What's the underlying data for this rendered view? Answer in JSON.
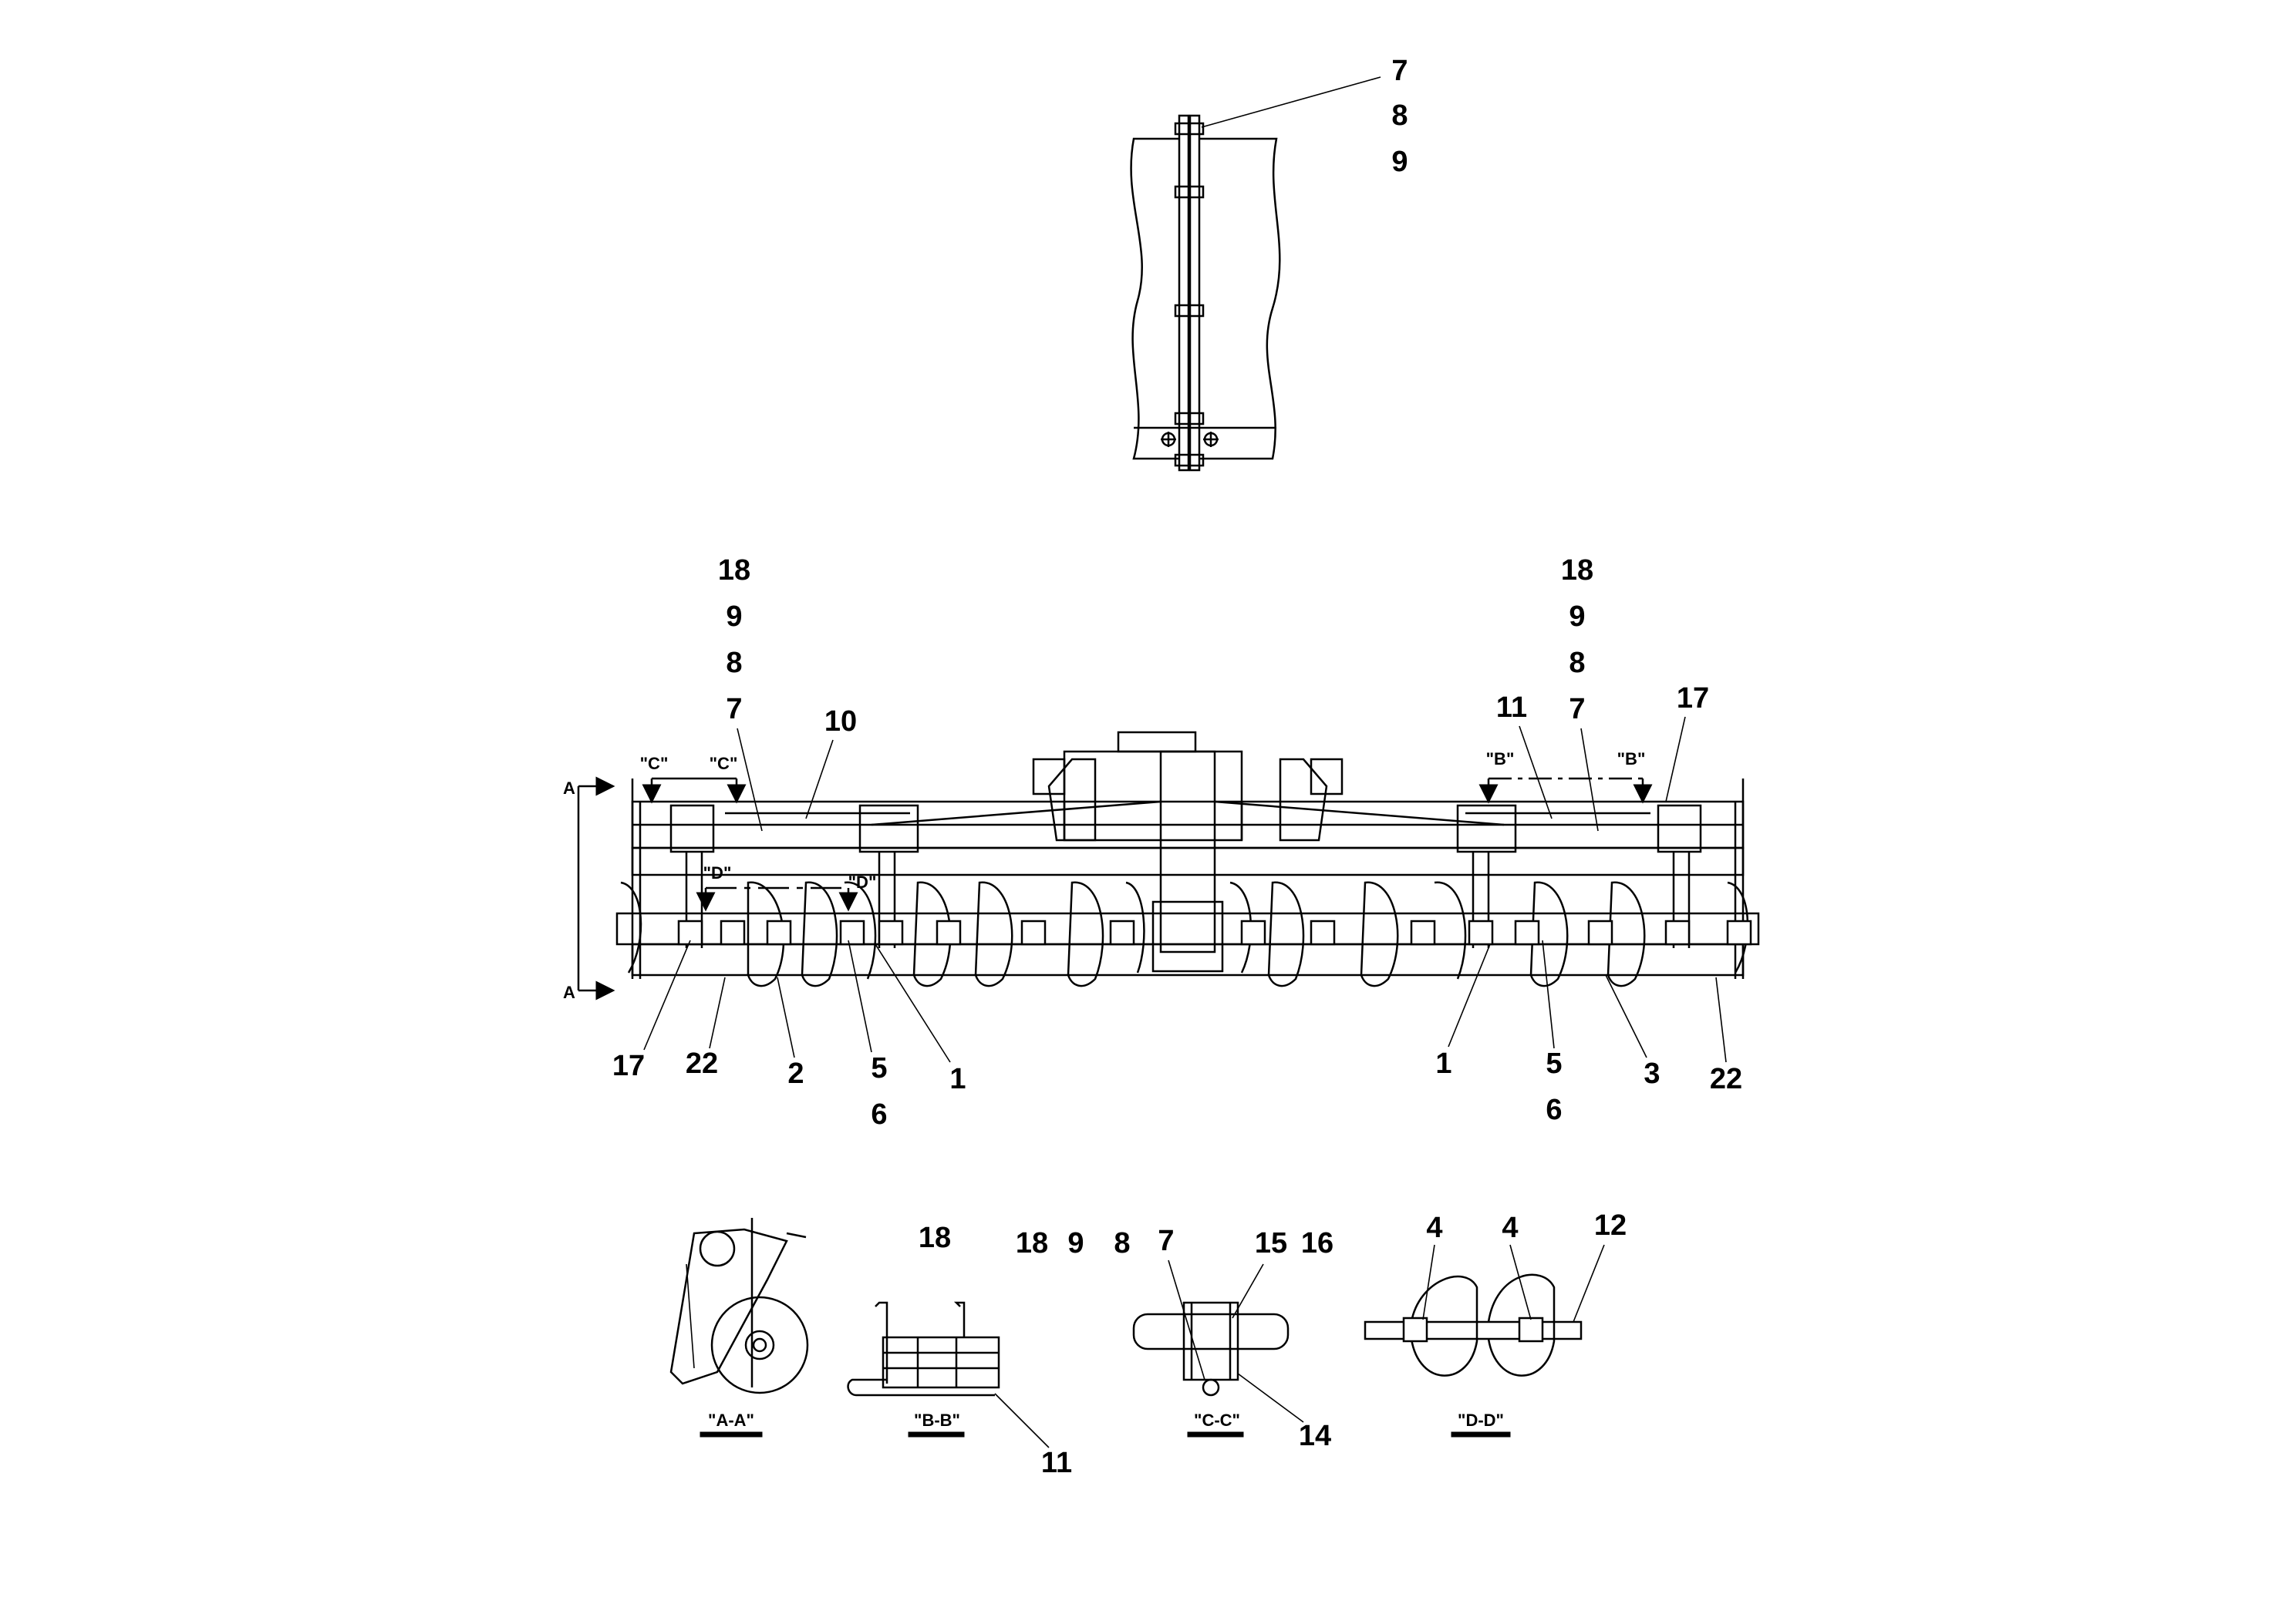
{
  "drawing": {
    "top_view_callouts": [
      "7",
      "8",
      "9"
    ],
    "main_left_stack": [
      "18",
      "9",
      "8",
      "7"
    ],
    "main_right_stack": [
      "18",
      "9",
      "8",
      "7"
    ],
    "labels": {
      "l10": "10",
      "l11": "11",
      "l17r": "17",
      "l17": "17",
      "l22": "22",
      "l2": "2",
      "l5": "5",
      "l6": "6",
      "l1": "1",
      "r1": "1",
      "r5": "5",
      "r6": "6",
      "r3": "3",
      "r22": "22"
    },
    "sections": {
      "c_left": "\"C\"",
      "c_right": "\"C\"",
      "b_left": "\"B\"",
      "b_right": "\"B\"",
      "d_left": "\"D\"",
      "d_right": "\"D\"",
      "a_top": "A",
      "a_bottom": "A"
    },
    "details": {
      "aa": {
        "title": "\"A-A\""
      },
      "bb": {
        "title": "\"B-B\"",
        "n18": "18",
        "n11": "11"
      },
      "cc": {
        "title": "\"C-C\"",
        "n18": "18",
        "n9": "9",
        "n8": "8",
        "n7": "7",
        "n15": "15",
        "n16": "16",
        "n14": "14"
      },
      "dd": {
        "title": "\"D-D\"",
        "n4a": "4",
        "n4b": "4",
        "n12": "12"
      }
    }
  }
}
